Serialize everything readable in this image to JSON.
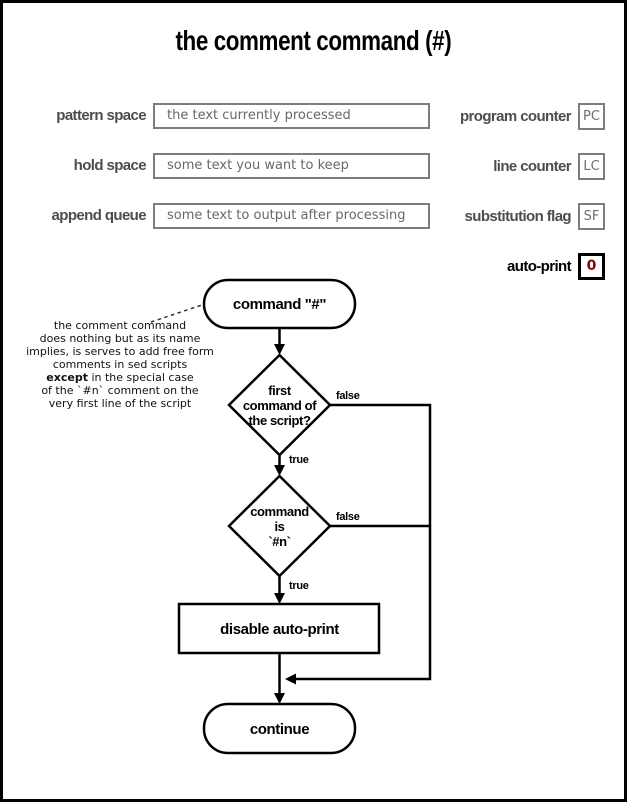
{
  "title": "the comment command (#)",
  "panel": {
    "fields": [
      {
        "label": "pattern space",
        "value": "the text currently processed"
      },
      {
        "label": "hold space",
        "value": "some text you want to keep"
      },
      {
        "label": "append queue",
        "value": "some text to output after processing"
      }
    ],
    "registers": [
      {
        "label": "program counter",
        "value": "PC"
      },
      {
        "label": "line counter",
        "value": "LC"
      },
      {
        "label": "substitution flag",
        "value": "SF"
      }
    ],
    "auto_print": {
      "label": "auto-print",
      "value": "0"
    }
  },
  "flowchart": {
    "start_label": "command \"#\"",
    "decision1": {
      "lines": [
        "first",
        "command of",
        "the script?"
      ],
      "true_label": "true",
      "false_label": "false"
    },
    "decision2": {
      "lines": [
        "command",
        "is",
        "`#n`"
      ],
      "true_label": "true",
      "false_label": "false"
    },
    "process_label": "disable auto-print",
    "end_label": "continue"
  },
  "annotation": {
    "line1": "the comment command",
    "line2": "does nothing but as its name",
    "line3": "implies, is serves to add free form",
    "line4": "comments in sed scripts",
    "line5_bold": "except",
    "line5_rest": " in the special case",
    "line6": "of the `#n` comment on the",
    "line7": "very first line of the script"
  },
  "colors": {
    "accent_red": "#8b0000",
    "gray_border": "#7d7d7d",
    "gray_text": "#686868",
    "label_gray": "#4d4d4d",
    "line_black": "#000000"
  }
}
